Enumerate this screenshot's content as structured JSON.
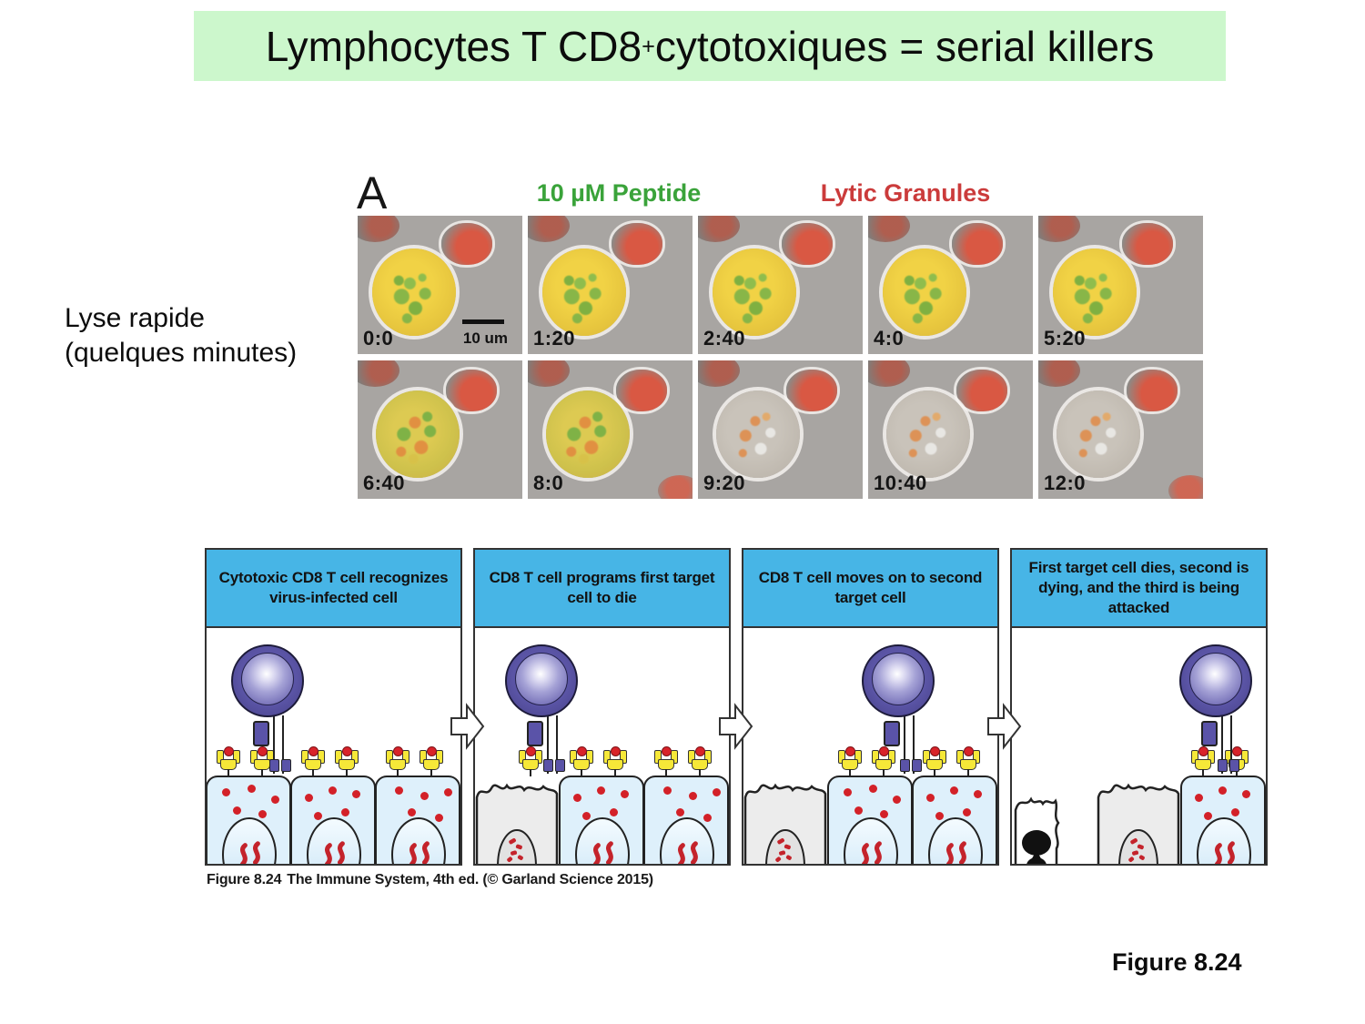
{
  "slide": {
    "title_prefix": "Lymphocytes T CD8",
    "title_sup": "+",
    "title_suffix": " cytotoxiques = serial killers",
    "side_note_line1": "Lyse rapide",
    "side_note_line2": "(quelques minutes)",
    "figure_ref": "Figure 8.24"
  },
  "microscopy": {
    "panel_label": "A",
    "label_peptide": "10 µM Peptide",
    "label_granules": "Lytic Granules",
    "scale_bar": "10 um",
    "times": [
      "0:0",
      "1:20",
      "2:40",
      "4:0",
      "5:20",
      "6:40",
      "8:0",
      "9:20",
      "10:40",
      "12:0"
    ]
  },
  "diagram": {
    "panels": [
      {
        "title": "Cytotoxic CD8 T cell recognizes virus-infected cell"
      },
      {
        "title": "CD8 T cell programs first target cell to die"
      },
      {
        "title": "CD8 T cell moves on to second target cell"
      },
      {
        "title": "First target cell dies, second is dying, and the third is being attacked"
      }
    ],
    "caption_bold": "Figure 8.24",
    "caption_rest": "The Immune System, 4th ed. (© Garland Science 2015)"
  },
  "colors": {
    "title_banner_bg": "#ccf7cc",
    "panel_header_blue": "#47b5e6",
    "peptide_label_green": "#3aa33a",
    "granules_label_red": "#cb3b3b",
    "t_cell_purple": "#474189",
    "target_cell_blue": "#def0fb",
    "mhc_yellow": "#f6e838",
    "virus_dot_red": "#d32128",
    "micro_frame_gray": "#a8a5a2"
  }
}
